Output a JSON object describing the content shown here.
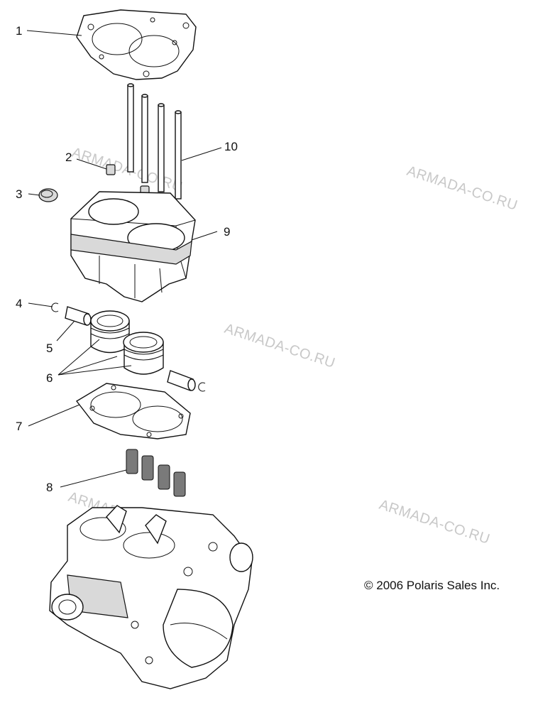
{
  "callouts": [
    "1",
    "2",
    "3",
    "4",
    "5",
    "6",
    "7",
    "8",
    "9",
    "10"
  ],
  "watermark": "ARMADA-CO.RU",
  "copyright": "© 2006 Polaris Sales Inc."
}
